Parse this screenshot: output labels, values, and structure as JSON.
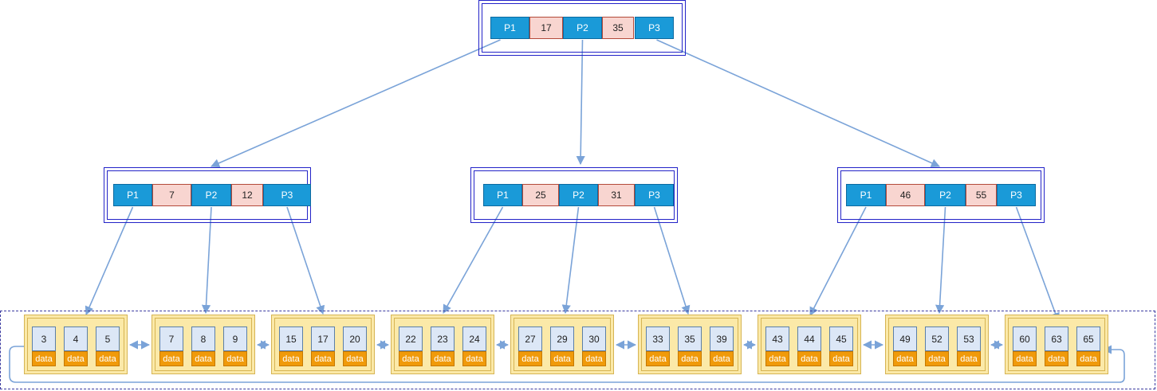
{
  "root": {
    "pointers": [
      "P1",
      "P2",
      "P3"
    ],
    "keys": [
      "17",
      "35"
    ]
  },
  "internal": [
    {
      "pointers": [
        "P1",
        "P2",
        "P3"
      ],
      "keys": [
        "7",
        "12"
      ]
    },
    {
      "pointers": [
        "P1",
        "P2",
        "P3"
      ],
      "keys": [
        "25",
        "31"
      ]
    },
    {
      "pointers": [
        "P1",
        "P2",
        "P3"
      ],
      "keys": [
        "46",
        "55"
      ]
    }
  ],
  "leaves": [
    {
      "keys": [
        "3",
        "4",
        "5"
      ]
    },
    {
      "keys": [
        "7",
        "8",
        "9"
      ]
    },
    {
      "keys": [
        "15",
        "17",
        "20"
      ]
    },
    {
      "keys": [
        "22",
        "23",
        "24"
      ]
    },
    {
      "keys": [
        "27",
        "29",
        "30"
      ]
    },
    {
      "keys": [
        "33",
        "35",
        "39"
      ]
    },
    {
      "keys": [
        "43",
        "44",
        "45"
      ]
    },
    {
      "keys": [
        "49",
        "52",
        "53"
      ]
    },
    {
      "keys": [
        "60",
        "63",
        "65"
      ]
    }
  ],
  "data_label": "data",
  "colors": {
    "pointer": "#1a9ad8",
    "key": "#f8d5d0",
    "leaf": "#fbe9a8",
    "leaf_key": "#dce7f6",
    "data": "#f09a0a",
    "edge": "#7aa3d8",
    "node_border": "#2323c8"
  }
}
